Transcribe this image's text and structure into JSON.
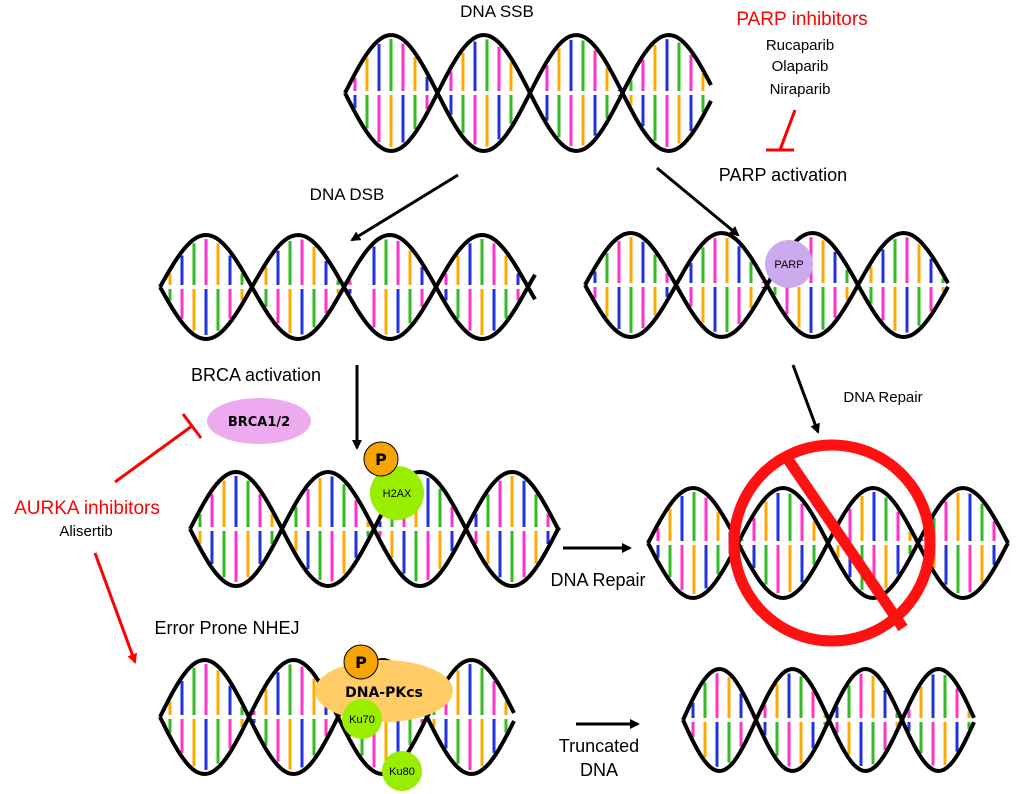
{
  "labels": {
    "dna_ssb": "DNA SSB",
    "dna_dsb": "DNA DSB",
    "parp_activation": "PARP activation",
    "brca_activation": "BRCA activation",
    "dna_repair_top": "DNA Repair",
    "dna_repair_mid": "DNA Repair",
    "error_prone_nhej": "Error Prone NHEJ",
    "truncated_line1": "Truncated",
    "truncated_line2": "DNA"
  },
  "parp_inhibitors": {
    "title": "PARP inhibitors",
    "drugs": [
      "Rucaparib",
      "Olaparib",
      "Niraparib"
    ]
  },
  "aurka_inhibitors": {
    "title": "AURKA inhibitors",
    "drug": "Alisertib"
  },
  "proteins": {
    "parp": "PARP",
    "brca": "BRCA1/2",
    "h2ax": "H2AX",
    "phospho_h2ax": "P",
    "dnapkcs": "DNA-PKcs",
    "phospho_dnapkcs": "P",
    "ku70": "Ku70",
    "ku80": "Ku80"
  },
  "colors": {
    "inhibitor_red": "#ff0000",
    "arrow_black": "#000000",
    "parp_fill": "#ccaaee",
    "brca_fill": "#eeaaee",
    "phospho_fill": "#f5a400",
    "green_protein": "#99ee00",
    "dnapkcs_fill": "#ffcc66",
    "prohibition": "#ff1111",
    "base_colors": [
      "#ff33cc",
      "#ffaa00",
      "#2233dd",
      "#33bb22"
    ]
  }
}
